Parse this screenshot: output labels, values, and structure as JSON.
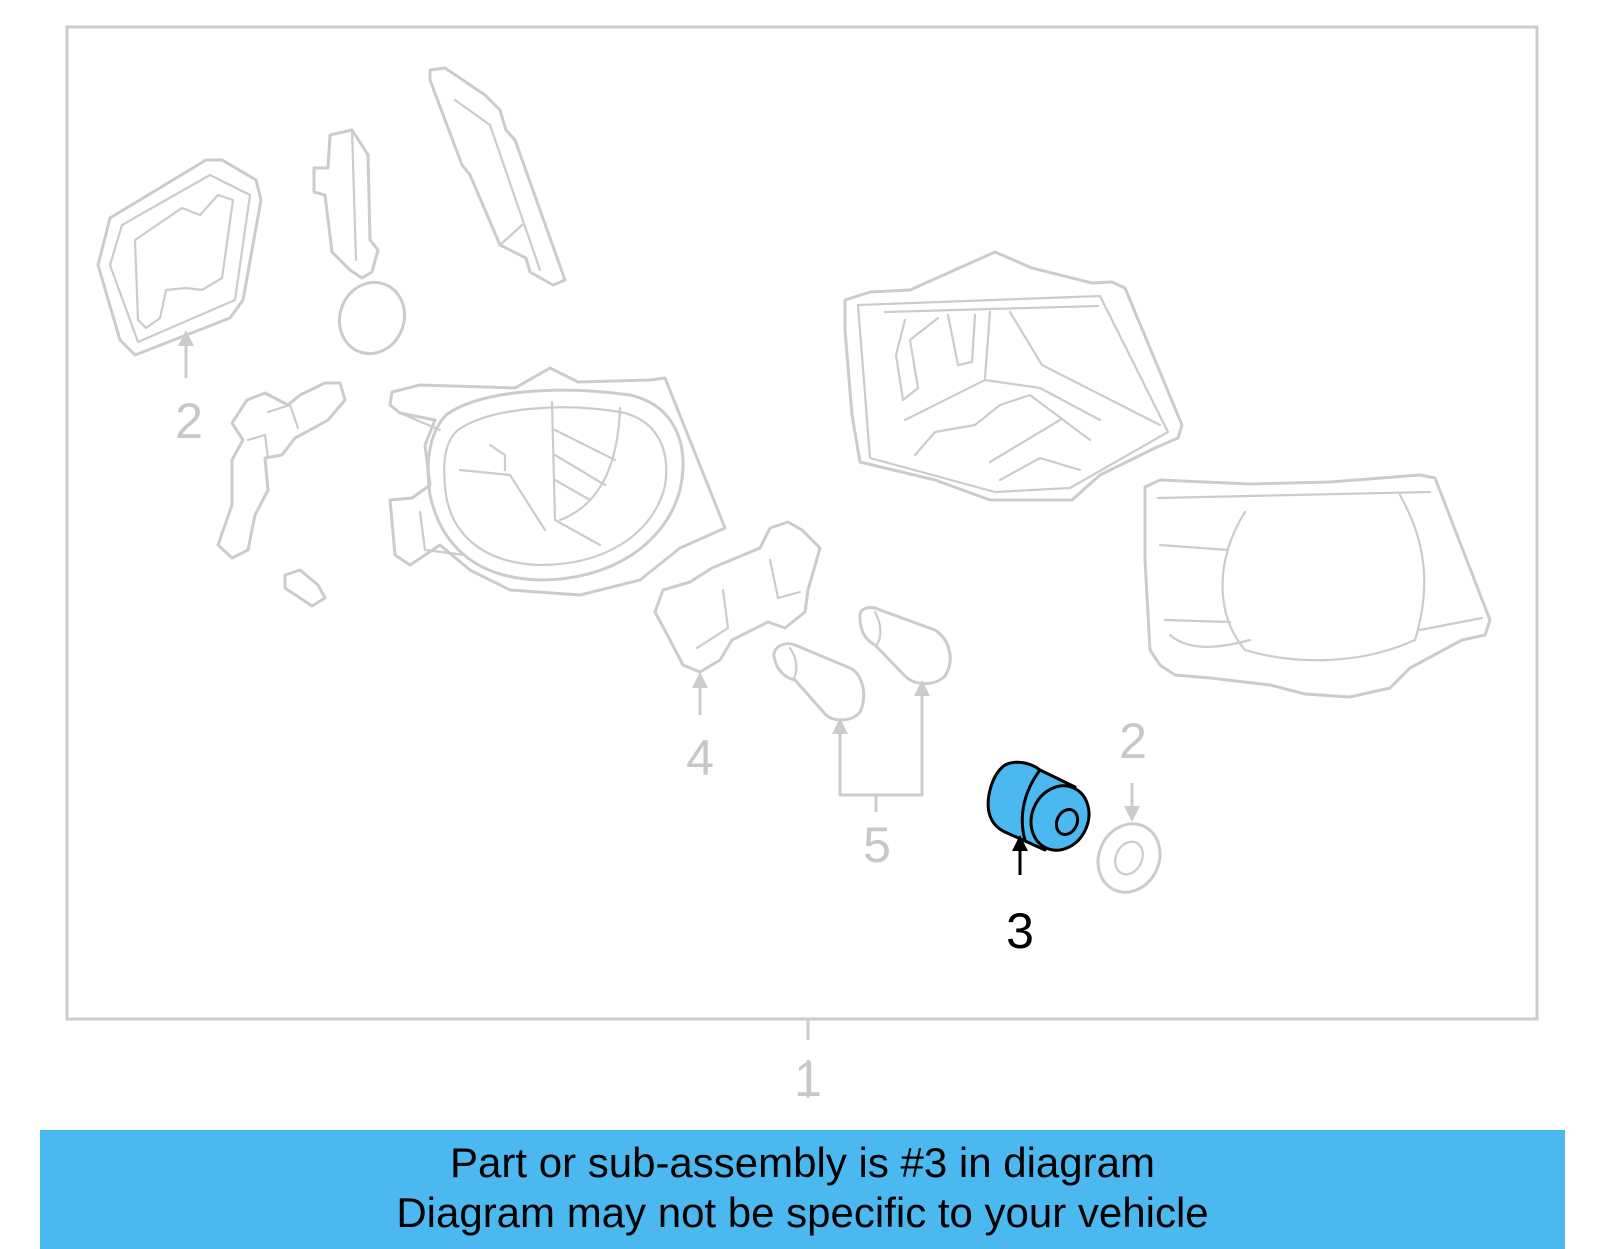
{
  "diagram": {
    "callouts": {
      "one": "1",
      "two_top": "2",
      "two_bottom": "2",
      "three": "3",
      "four": "4",
      "five": "5"
    },
    "highlight_color": "#4cb8f0",
    "highlighted_part": "3"
  },
  "banner": {
    "line1": "Part or sub-assembly is #3 in diagram",
    "line2": "Diagram may not be specific to your vehicle",
    "background": "#4cb8f0"
  }
}
